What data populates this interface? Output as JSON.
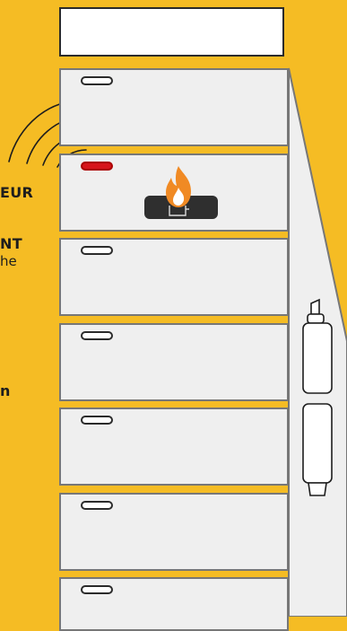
{
  "labels": {
    "line1": "EUR",
    "line2": "NT",
    "line3": "he",
    "line4": "n"
  },
  "colors": {
    "background": "#F5BC24",
    "alert_handle": "#d6151b",
    "flame": "#f08a24"
  },
  "icons": {
    "signal": "wireless-signal-icon",
    "fire": "fire-icon",
    "phone": "mobile-phone-icon"
  }
}
